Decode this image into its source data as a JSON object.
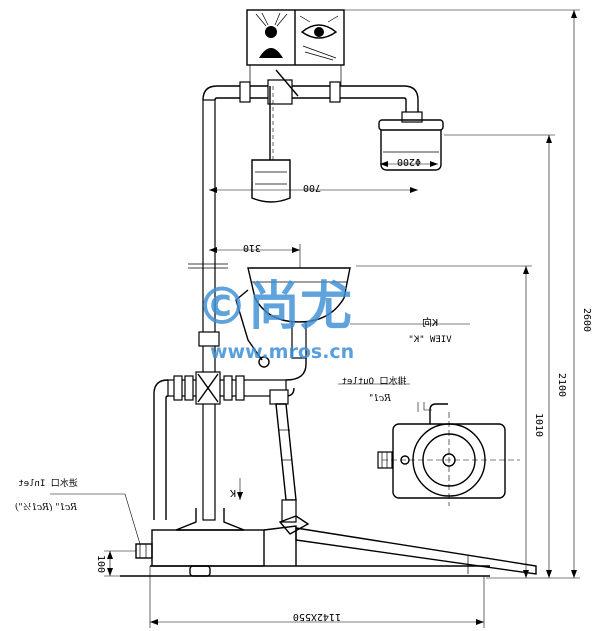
{
  "dimensions": {
    "shower_diameter": "Φ200",
    "arm_length": "700",
    "eyewash_offset": "310",
    "height_total": "2600",
    "height_shower": "2100",
    "height_eyewash": "1010",
    "inlet_height": "100",
    "base_size": "1142X550"
  },
  "labels": {
    "view_k_cn": "K向",
    "view_k_en": "VIEW \"K\"",
    "outlet_cn": "排水口 Outlet",
    "outlet_thread": "Rc1\"",
    "inlet_cn": "进水口 Inlet",
    "inlet_thread": "Rc1\" (Rc1½\")",
    "k_arrow": "K"
  },
  "watermark": {
    "brand": "©尚尤",
    "url": "www.mros.cn"
  },
  "colors": {
    "line": "#000000",
    "watermark": "#3d8fd6"
  }
}
